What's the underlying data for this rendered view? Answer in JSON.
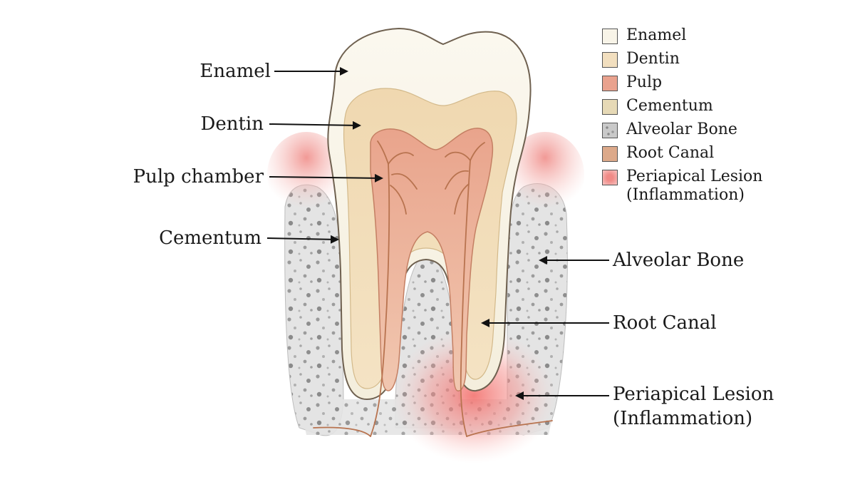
{
  "labels": {
    "enamel": "Enamel",
    "dentin": "Dentin",
    "pulp_chamber": "Pulp chamber",
    "cementum": "Cementum",
    "alveolar_bone": "Alveolar Bone",
    "root_canal": "Root Canal",
    "periapical_lesion_line1": "Periapical Lesion",
    "periapical_lesion_line2": "(Inflammation)"
  },
  "legend": {
    "items": [
      {
        "label": "Enamel",
        "color": "#f8f4e8"
      },
      {
        "label": "Dentin",
        "color": "#f2dfbf"
      },
      {
        "label": "Pulp",
        "color": "#e9a28e"
      },
      {
        "label": "Cementum",
        "color": "#e6d9b6"
      },
      {
        "label": "Alveolar Bone",
        "color": "#c9c9c9"
      },
      {
        "label": "Root Canal",
        "color": "#dca98a"
      },
      {
        "label": "Periapical Lesion",
        "label_line2": "(Inflammation)",
        "color": "#f08a86"
      }
    ]
  },
  "colors": {
    "enamel": "#f8f4e8",
    "dentin": "#f2dfbf",
    "pulp": "#ebb19c",
    "cementum": "#e6d9b6",
    "bone": "#dcdcdc",
    "gum": "#f4b8b4",
    "lesion": "#f27c78",
    "nerve": "#b8734f",
    "outline": "#7a6a58"
  }
}
